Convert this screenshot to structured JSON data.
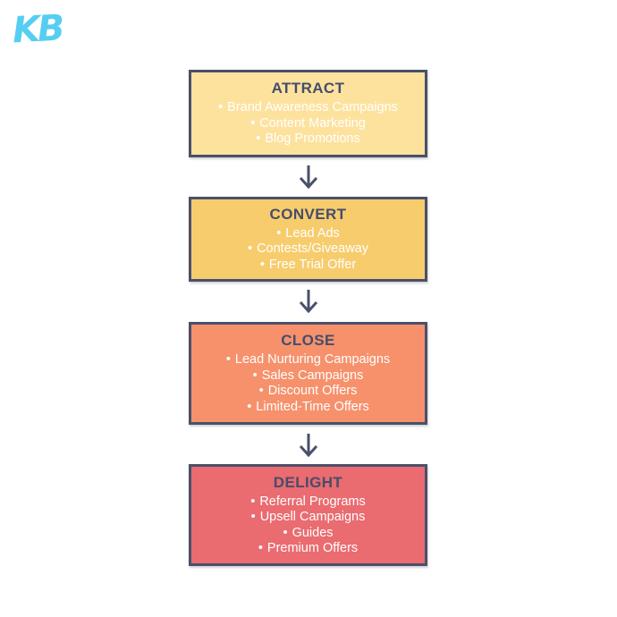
{
  "logo": {
    "text": "KB",
    "color": "#56CEF2"
  },
  "theme": {
    "page_background": "#FFFFFF",
    "border_color": "#4A5069",
    "title_color": "#464D6B",
    "item_color": "#FFFFFF",
    "arrow_color": "#4A5069"
  },
  "funnel": {
    "bullet_char": "•",
    "stages": [
      {
        "title": "ATTRACT",
        "background": "#FDE29E",
        "items": [
          "Brand Awareness Campaigns",
          "Content Marketing",
          "Blog Promotions"
        ]
      },
      {
        "title": "CONVERT",
        "background": "#F7CC6D",
        "items": [
          "Lead Ads",
          "Contests/Giveaway",
          "Free Trial Offer"
        ]
      },
      {
        "title": "CLOSE",
        "background": "#F6916C",
        "items": [
          "Lead Nurturing Campaigns",
          "Sales Campaigns",
          "Discount Offers",
          "Limited-Time Offers"
        ]
      },
      {
        "title": "DELIGHT",
        "background": "#EA6B70",
        "items": [
          "Referral Programs",
          "Upsell Campaigns",
          "Guides",
          "Premium Offers"
        ]
      }
    ]
  }
}
